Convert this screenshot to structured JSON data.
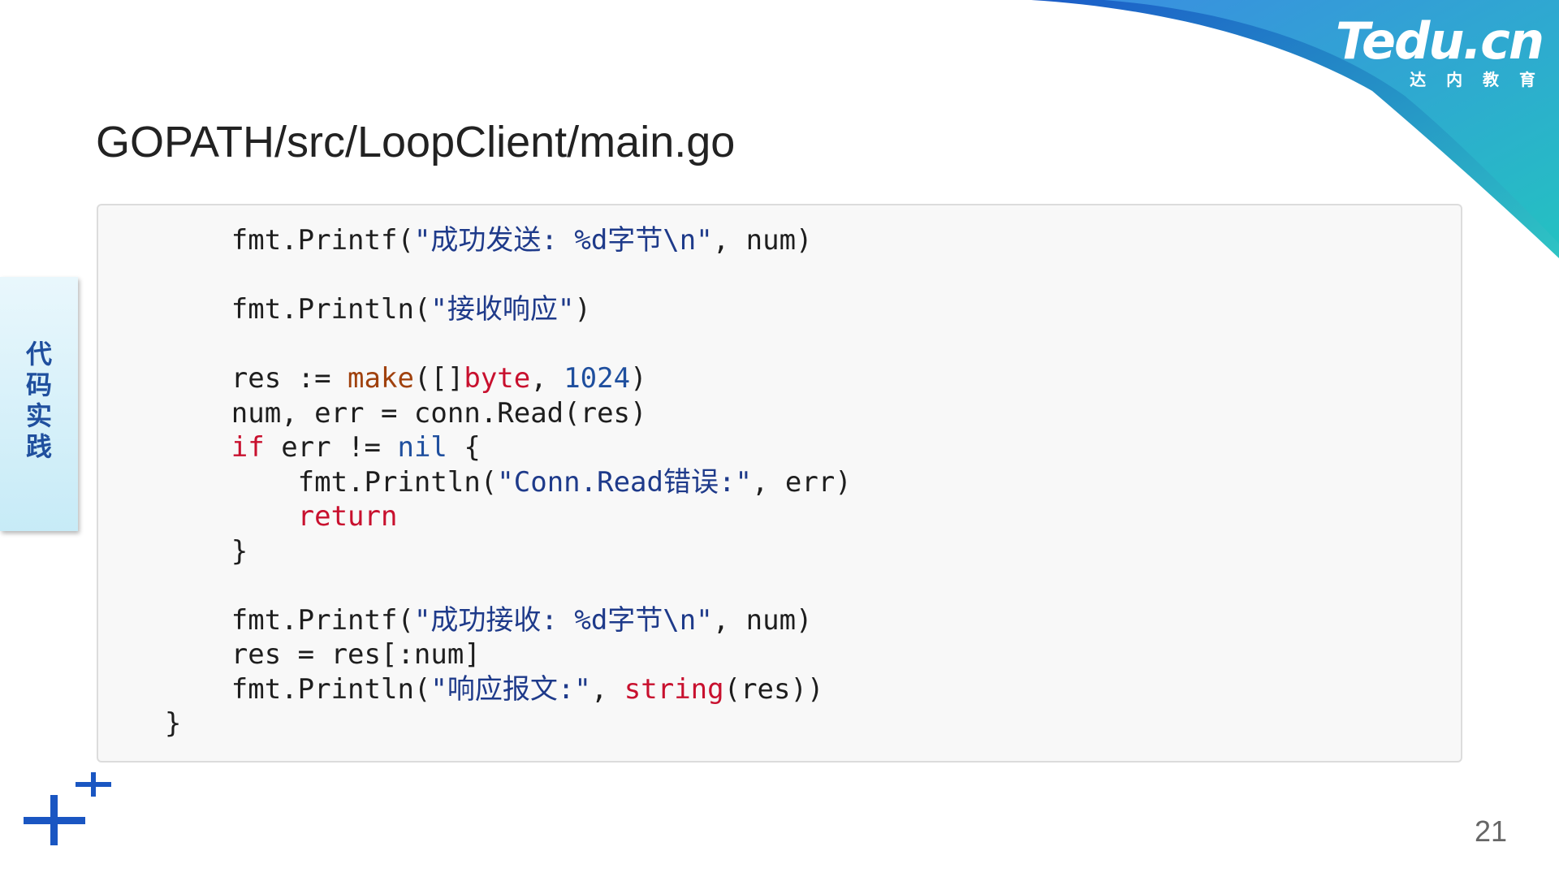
{
  "logo": {
    "text": "Tedu.cn",
    "subtext": "达 内 教 育"
  },
  "title": "GOPATH/src/LoopClient/main.go",
  "side_tab": {
    "label": "代码实践"
  },
  "page_number": "21",
  "colors": {
    "title": "#222222",
    "code_default": "#1e1e1e",
    "string": "#1e3a8a",
    "keyword": "#c8102e",
    "builtin_call": "#a0410d",
    "number": "#1f4f9e",
    "accent_blue": "#1a56c2",
    "teal": "#2ec4c4"
  },
  "code_lines": [
    {
      "tokens": [
        {
          "t": "        fmt.Printf("
        },
        {
          "t": "\"成功发送: %d字节\\n\"",
          "c": "string"
        },
        {
          "t": ", num)"
        }
      ]
    },
    {
      "tokens": []
    },
    {
      "tokens": [
        {
          "t": "        fmt.Println("
        },
        {
          "t": "\"接收响应\"",
          "c": "string"
        },
        {
          "t": ")"
        }
      ]
    },
    {
      "tokens": []
    },
    {
      "tokens": [
        {
          "t": "        res := "
        },
        {
          "t": "make",
          "c": "builtin_call"
        },
        {
          "t": "([]"
        },
        {
          "t": "byte",
          "c": "keyword"
        },
        {
          "t": ", "
        },
        {
          "t": "1024",
          "c": "number"
        },
        {
          "t": ")"
        }
      ]
    },
    {
      "tokens": [
        {
          "t": "        num, err = conn.Read(res)"
        }
      ]
    },
    {
      "tokens": [
        {
          "t": "        "
        },
        {
          "t": "if",
          "c": "keyword"
        },
        {
          "t": " err != "
        },
        {
          "t": "nil",
          "c": "number"
        },
        {
          "t": " {"
        }
      ]
    },
    {
      "tokens": [
        {
          "t": "            fmt.Println("
        },
        {
          "t": "\"Conn.Read错误:\"",
          "c": "string"
        },
        {
          "t": ", err)"
        }
      ]
    },
    {
      "tokens": [
        {
          "t": "            "
        },
        {
          "t": "return",
          "c": "keyword"
        }
      ]
    },
    {
      "tokens": [
        {
          "t": "        }"
        }
      ]
    },
    {
      "tokens": []
    },
    {
      "tokens": [
        {
          "t": "        fmt.Printf("
        },
        {
          "t": "\"成功接收: %d字节\\n\"",
          "c": "string"
        },
        {
          "t": ", num)"
        }
      ]
    },
    {
      "tokens": [
        {
          "t": "        res = res[:num]"
        }
      ]
    },
    {
      "tokens": [
        {
          "t": "        fmt.Println("
        },
        {
          "t": "\"响应报文:\"",
          "c": "string"
        },
        {
          "t": ", "
        },
        {
          "t": "string",
          "c": "keyword"
        },
        {
          "t": "(res))"
        }
      ]
    },
    {
      "tokens": [
        {
          "t": "    }"
        }
      ]
    }
  ]
}
